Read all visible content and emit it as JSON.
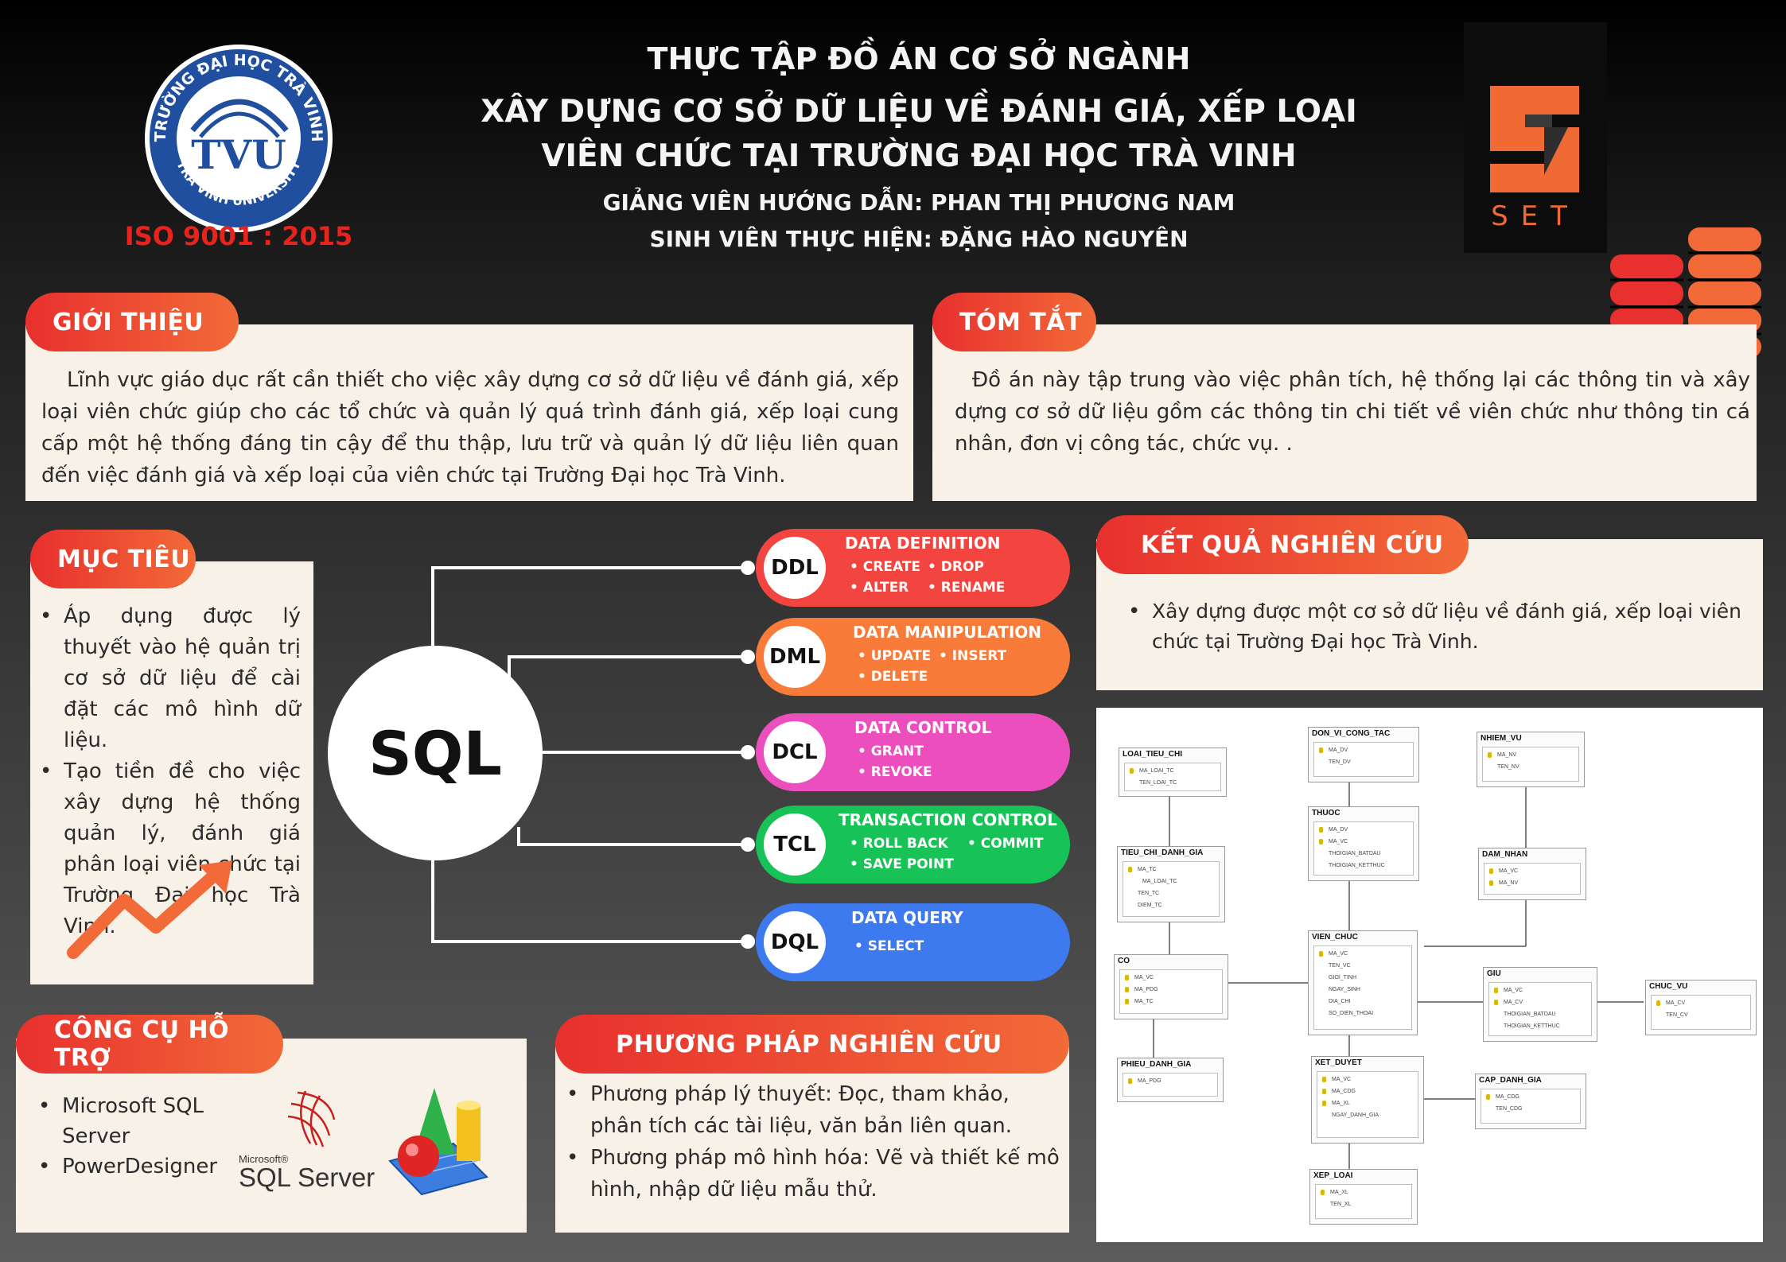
{
  "header": {
    "line1": "THỰC TẬP ĐỒ ÁN CƠ SỞ NGÀNH",
    "line2": "XÂY DỰNG CƠ SỞ DỮ LIỆU VỀ ĐÁNH GIÁ, XẾP LOẠI",
    "line3": "VIÊN CHỨC TẠI TRƯỜNG ĐẠI HỌC TRÀ VINH",
    "line4": "GIẢNG VIÊN HƯỚNG DẪN: PHAN THỊ PHƯƠNG NAM",
    "line5": "SINH VIÊN THỰC HIỆN: ĐẶNG HÀO NGUYÊN"
  },
  "logos": {
    "university_ring_top": "TRƯỜNG ĐẠI HỌC TRÀ VINH",
    "university_ring_bottom": "TRA VINH UNIVERSITY",
    "university_mark": "TVU",
    "iso": "ISO 9001 : 2015",
    "set_text": "SET"
  },
  "intro": {
    "label": "GIỚI THIỆU",
    "text": "Lĩnh vực giáo dục rất cần thiết cho việc xây dựng cơ sở dữ liệu về đánh giá, xếp loại viên chức giúp cho các tổ chức và quản lý quá trình đánh giá, xếp loại cung cấp một hệ thống đáng tin cậy để thu thập, lưu trữ và quản lý dữ liệu liên quan đến việc đánh giá và xếp loại của viên chức tại Trường Đại học Trà Vinh."
  },
  "summary": {
    "label": "TÓM TẮT",
    "text": "Đồ án này tập trung vào việc phân tích, hệ thống lại các thông tin và xây dựng cơ sở dữ liệu gồm các thông tin chi tiết về viên chức như thông tin cá nhân, đơn vị công tác, chức vụ. ."
  },
  "objectives": {
    "label": "MỤC TIÊU",
    "items": [
      "Áp dụng được lý thuyết vào hệ quản trị cơ sở dữ liệu để cài đặt các mô hình dữ liệu.",
      "Tạo tiền đề cho việc xây dựng hệ thống quản lý, đánh giá phân loại viên chức tại Trường Đại học Trà Vinh."
    ]
  },
  "results": {
    "label": "KẾT QUẢ NGHIÊN CỨU",
    "items": [
      "Xây dựng được một cơ sở dữ liệu về đánh giá, xếp loại viên chức tại Trường Đại học Trà Vinh."
    ]
  },
  "tools": {
    "label": "CÔNG CỤ HỖ TRỢ",
    "items": [
      "Microsoft SQL Server",
      "PowerDesigner"
    ],
    "sql_logo_small": "Microsoft®",
    "sql_logo_big": "SQL Server"
  },
  "methods": {
    "label": "PHƯƠNG PHÁP NGHIÊN CỨU",
    "items": [
      "Phương pháp lý thuyết: Đọc, tham khảo, phân tích các tài liệu, văn bản liên quan.",
      "Phương pháp mô hình hóa: Vẽ và thiết kế mô hình, nhập dữ liệu mẫu thử."
    ]
  },
  "sql": {
    "center": "SQL",
    "groups": [
      {
        "code": "DDL",
        "title": "DATA DEFINITION",
        "items": [
          "CREATE",
          "DROP",
          "ALTER",
          "RENAME"
        ],
        "color": "#f2453f"
      },
      {
        "code": "DML",
        "title": "DATA MANIPULATION",
        "items": [
          "UPDATE",
          "INSERT",
          "DELETE"
        ],
        "color": "#f87b3a"
      },
      {
        "code": "DCL",
        "title": "DATA CONTROL",
        "items": [
          "GRANT",
          "REVOKE"
        ],
        "color": "#ec4fbd"
      },
      {
        "code": "TCL",
        "title": "TRANSACTION CONTROL",
        "items": [
          "ROLL BACK",
          "COMMIT",
          "SAVE POINT"
        ],
        "color": "#17c257"
      },
      {
        "code": "DQL",
        "title": "DATA QUERY",
        "items": [
          "SELECT"
        ],
        "color": "#3d7af0"
      }
    ]
  },
  "er": {
    "entities": {
      "loai_tieu_chi": {
        "name": "LOAI_TIEU_CHI",
        "fields": [
          "MA_LOAI_TC",
          "TEN_LOAI_TC"
        ]
      },
      "don_vi": {
        "name": "DON_VI_CONG_TAC",
        "fields": [
          "MA_DV",
          "TEN_DV"
        ]
      },
      "nhiem_vu": {
        "name": "NHIEM_VU",
        "fields": [
          "MA_NV",
          "TEN_NV"
        ]
      },
      "tieu_chi": {
        "name": "TIEU_CHI_DANH_GIA",
        "fields": [
          "MA_TC",
          "MA_LOAI_TC",
          "TEN_TC",
          "DIEM_TC"
        ]
      },
      "thuoc": {
        "name": "THUOC",
        "fields": [
          "MA_DV",
          "MA_VC",
          "THOIGIAN_BATDAU",
          "THOIGIAN_KETTHUC"
        ]
      },
      "dam_nhan": {
        "name": "DAM_NHAN",
        "fields": [
          "MA_VC",
          "MA_NV"
        ]
      },
      "co": {
        "name": "CO",
        "fields": [
          "MA_VC",
          "MA_PDG",
          "MA_TC"
        ]
      },
      "vien_chuc": {
        "name": "VIEN_CHUC",
        "fields": [
          "MA_VC",
          "TEN_VC",
          "GIOI_TINH",
          "NGAY_SINH",
          "DIA_CHI",
          "SO_DIEN_THOAI"
        ]
      },
      "giu": {
        "name": "GIU",
        "fields": [
          "MA_VC",
          "MA_CV",
          "THOIGIAN_BATDAU",
          "THOIGIAN_KETTHUC"
        ]
      },
      "chuc_vu": {
        "name": "CHUC_VU",
        "fields": [
          "MA_CV",
          "TEN_CV"
        ]
      },
      "phieu": {
        "name": "PHIEU_DANH_GIA",
        "fields": [
          "MA_PDG"
        ]
      },
      "xet_duyet": {
        "name": "XET_DUYET",
        "fields": [
          "MA_VC",
          "MA_CDG",
          "MA_XL",
          "NGAY_DANH_GIA"
        ]
      },
      "cap_danh_gia": {
        "name": "CAP_DANH_GIA",
        "fields": [
          "MA_CDG",
          "TEN_CDG"
        ]
      },
      "xep_loai": {
        "name": "XEP_LOAI",
        "fields": [
          "MA_XL",
          "TEN_XL"
        ]
      }
    }
  }
}
